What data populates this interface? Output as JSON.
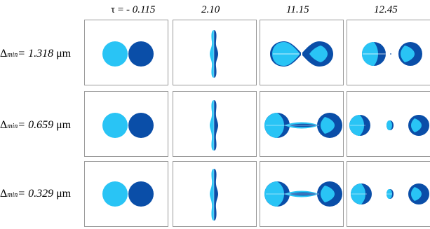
{
  "columns": [
    {
      "prefix": "τ = ",
      "value": "- 0.115"
    },
    {
      "prefix": "",
      "value": "2.10"
    },
    {
      "prefix": "",
      "value": "11.15"
    },
    {
      "prefix": "",
      "value": "12.45"
    }
  ],
  "rows": [
    {
      "symbol": "Δ",
      "sub": "min",
      "value": "= 1.318",
      "unit": "μm"
    },
    {
      "symbol": "Δ",
      "sub": "min",
      "value": "= 0.659",
      "unit": "μm"
    },
    {
      "symbol": "Δ",
      "sub": "min",
      "value": "= 0.329",
      "unit": "μm"
    }
  ],
  "colors": {
    "light": "#29c4f5",
    "dark": "#0a4ea8",
    "frame_border": "#999999"
  }
}
